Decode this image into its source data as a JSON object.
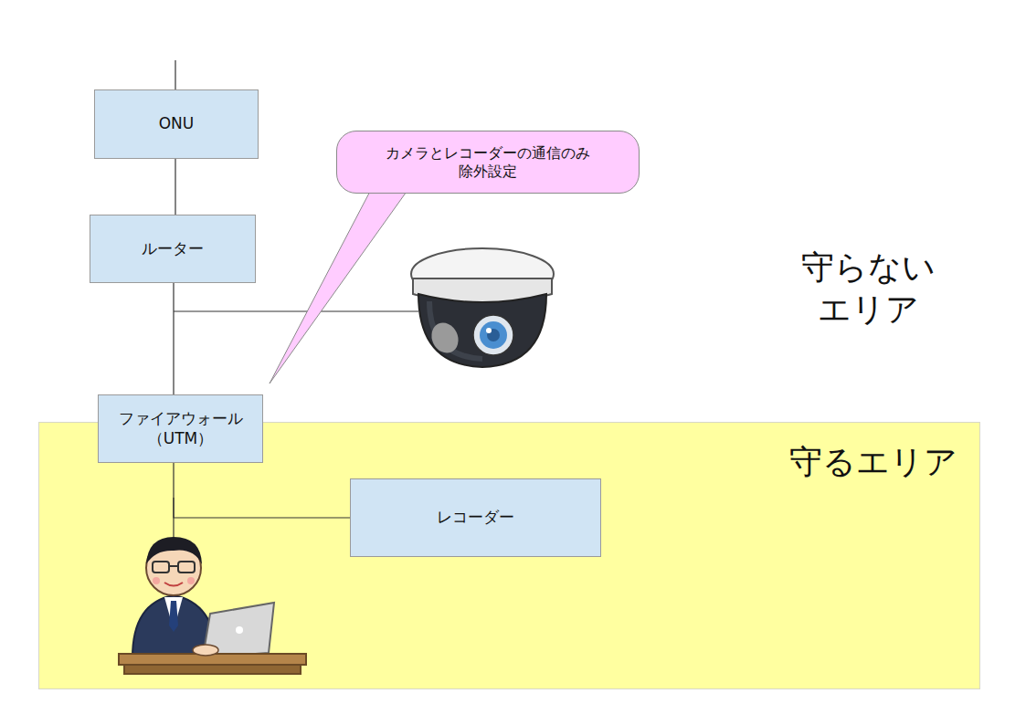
{
  "diagram": {
    "nodes": [
      {
        "text": [
          "ONU"
        ]
      },
      {
        "text": [
          "ルーター"
        ]
      },
      {
        "text": [
          "カメラとレコーダーの通信のみ 除外設定"
        ]
      },
      {
        "text": [
          "守るエリア"
        ]
      },
      {
        "text": [
          "ファイアウォール （UTM）"
        ]
      },
      {
        "text": [
          "レコーダー"
        ],
        "in": 3
      }
    ],
    "edges": [
      {
        "from": 0,
        "to": 1,
        "arrow": "none"
      },
      {
        "from": 1,
        "to": 4,
        "arrow": "none"
      },
      {
        "from": 4,
        "to": 5,
        "arrow": "none"
      }
    ],
    "labels": [
      "守らない エリア"
    ]
  }
}
